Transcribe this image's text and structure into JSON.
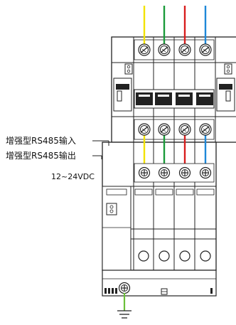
{
  "labels": {
    "rs485_in": "增强型RS485输入",
    "rs485_out": "增强型RS485输出",
    "power": "12~24VDC",
    "ground_symbol": "⊟"
  },
  "colors": {
    "wire_l1": "#f2e200",
    "wire_l2": "#1a9a3a",
    "wire_l3": "#d81e1e",
    "wire_n": "#1e88d8",
    "wire_pe": "#6bbf3a",
    "outline": "#222222"
  },
  "icons": [
    "terminal-screw-icon",
    "ground-icon",
    "led-indicator-icon",
    "comm-port-icon"
  ]
}
